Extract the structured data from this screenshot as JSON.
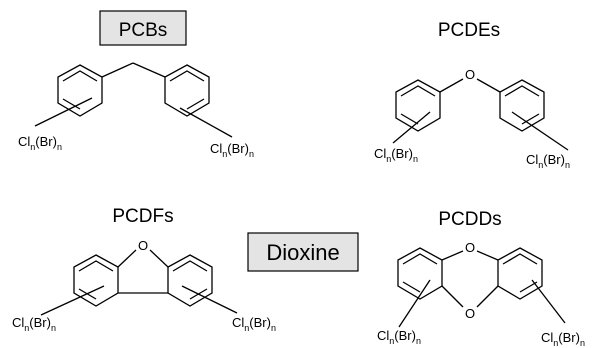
{
  "labels": {
    "pcbs": "PCBs",
    "pcdes": "PCDEs",
    "pcdfs": "PCDFs",
    "pcdds": "PCDDs",
    "dioxine": "Dioxine"
  },
  "substituent": {
    "cl": "Cl",
    "n": "n",
    "br": "(Br)"
  },
  "atoms": {
    "oxygen": "O"
  }
}
